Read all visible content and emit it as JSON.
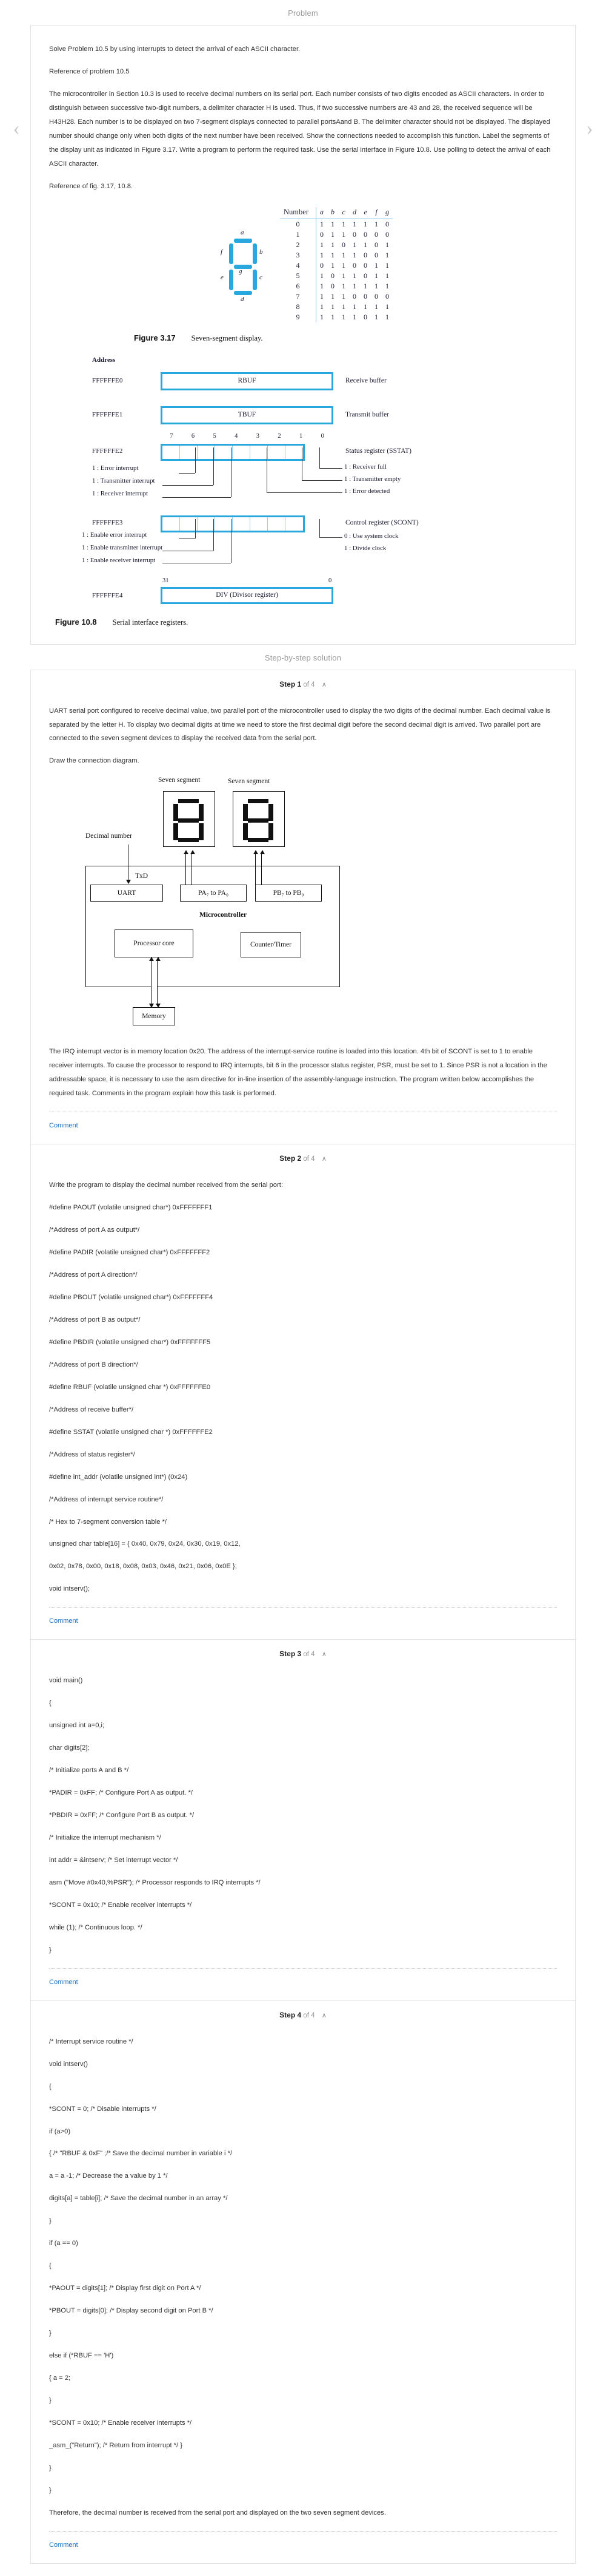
{
  "problem": {
    "section_title": "Problem",
    "nav_prev": "‹",
    "nav_next": "›",
    "paragraphs": [
      "Solve Problem 10.5 by using interrupts to detect the arrival of each ASCII character.",
      "Reference of problem 10.5",
      "The microcontroller in Section 10.3 is used to receive decimal numbers on its serial port. Each number consists of two digits encoded as ASCII characters. In order to distinguish between successive two-digit numbers, a delimiter character H is used. Thus, if two successive numbers are 43 and 28, the received sequence will be H43H28. Each number is to be displayed on two 7-segment displays connected to parallel portsAand B. The delimiter character should not be displayed. The displayed number should change only when both digits of the next number have been received. Show the connections needed to accomplish this function. Label the segments of the display unit as indicated in Figure 3.17. Write a program to perform the required task. Use the serial interface in Figure 10.8. Use polling to detect the arrival of each ASCII character.",
      "Reference of fig. 3.17, 10.8."
    ]
  },
  "figure_3_17": {
    "caption_number": "Figure 3.17",
    "caption_text": "Seven-segment display.",
    "segment_labels": [
      "a",
      "b",
      "c",
      "d",
      "e",
      "f",
      "g"
    ],
    "table": {
      "header_number": "Number",
      "header_segments": [
        "a",
        "b",
        "c",
        "d",
        "e",
        "f",
        "g"
      ],
      "rows": [
        {
          "number": "0",
          "bits": [
            "1",
            "1",
            "1",
            "1",
            "1",
            "1",
            "0"
          ]
        },
        {
          "number": "1",
          "bits": [
            "0",
            "1",
            "1",
            "0",
            "0",
            "0",
            "0"
          ]
        },
        {
          "number": "2",
          "bits": [
            "1",
            "1",
            "0",
            "1",
            "1",
            "0",
            "1"
          ]
        },
        {
          "number": "3",
          "bits": [
            "1",
            "1",
            "1",
            "1",
            "0",
            "0",
            "1"
          ]
        },
        {
          "number": "4",
          "bits": [
            "0",
            "1",
            "1",
            "0",
            "0",
            "1",
            "1"
          ]
        },
        {
          "number": "5",
          "bits": [
            "1",
            "0",
            "1",
            "1",
            "0",
            "1",
            "1"
          ]
        },
        {
          "number": "6",
          "bits": [
            "1",
            "0",
            "1",
            "1",
            "1",
            "1",
            "1"
          ]
        },
        {
          "number": "7",
          "bits": [
            "1",
            "1",
            "1",
            "0",
            "0",
            "0",
            "0"
          ]
        },
        {
          "number": "8",
          "bits": [
            "1",
            "1",
            "1",
            "1",
            "1",
            "1",
            "1"
          ]
        },
        {
          "number": "9",
          "bits": [
            "1",
            "1",
            "1",
            "1",
            "0",
            "1",
            "1"
          ]
        }
      ]
    }
  },
  "figure_10_8": {
    "caption_number": "Figure 10.8",
    "caption_text": "Serial interface registers.",
    "address_header": "Address",
    "registers": [
      {
        "address": "FFFFFFE0",
        "name": "RBUF",
        "label": "Receive buffer"
      },
      {
        "address": "FFFFFFE1",
        "name": "TBUF",
        "label": "Transmit buffer"
      },
      {
        "address": "FFFFFFE2",
        "name": "",
        "label": "Status register (SSTAT)"
      },
      {
        "address": "FFFFFFE3",
        "name": "",
        "label": "Control register (SCONT)"
      },
      {
        "address": "FFFFFFE4",
        "name": "DIV (Divisor register)",
        "label": ""
      }
    ],
    "bit_numbers": [
      "7",
      "6",
      "5",
      "4",
      "3",
      "2",
      "1",
      "0"
    ],
    "sstat_left_notes": [
      "1 : Error interrupt",
      "1 : Transmitter interrupt",
      "1 : Receiver interrupt"
    ],
    "sstat_right_notes": [
      "1 : Receiver full",
      "1 : Transmitter empty",
      "1 : Error detected"
    ],
    "scont_left_notes": [
      "1 : Enable error interrupt",
      "1 : Enable transmitter interrupt",
      "1 : Enable receiver interrupt"
    ],
    "scont_right_notes": [
      "0 : Use system clock",
      "1 : Divide clock"
    ],
    "div_bit_high": "31",
    "div_bit_low": "0"
  },
  "solution": {
    "section_title": "Step-by-step solution",
    "comment_label": "Comment",
    "steps": [
      {
        "label": "Step 1",
        "of": "of 4",
        "chevron": "∧",
        "paragraphs": [
          "UART serial port configured to receive decimal value, two parallel port of the microcontroller used to display the two digits of the decimal number. Each decimal value is separated by the letter H. To display two decimal digits at time we need to store the first decimal digit before the second decimal digit is arrived. Two parallel port are connected to the seven segment devices to display the received data from the serial port.",
          "Draw the connection diagram."
        ],
        "diagram": {
          "seven_segment_label_1": "Seven segment",
          "seven_segment_label_2": "Seven segment",
          "decimal_number_label": "Decimal number",
          "txd_label": "TxD",
          "uart_label": "UART",
          "port_a_label_prefix": "PA",
          "port_a_label": "PA₇  to  PA₀",
          "port_b_label": "PB₇  to  PB₀",
          "microcontroller_label": "Microcontroller",
          "processor_core_label": "Processor core",
          "counter_timer_label": "Counter/Timer",
          "memory_label": "Memory"
        },
        "after_paragraphs": [
          "The IRQ interrupt vector is in memory location 0x20. The address of the interrupt-service routine is loaded into this location. 4th bit of SCONT is set to 1 to enable receiver interrupts. To cause the processor to respond to IRQ interrupts, bit 6 in the processor status register, PSR, must be set to 1. Since PSR is not a location in the addressable space, it is necessary to use the asm directive for in-line insertion of the assembly-language instruction. The program written below accomplishes the required task. Comments in the program explain how this task is performed."
        ]
      },
      {
        "label": "Step 2",
        "of": "of 4",
        "chevron": "∧",
        "lines": [
          "Write the program to display the decimal number received from the serial port:",
          "#define PAOUT (volatile unsigned char*) 0xFFFFFFF1",
          "/*Address of port A as output*/",
          "#define PADIR (volatile unsigned char*) 0xFFFFFFF2",
          "/*Address of port A direction*/",
          "#define PBOUT (volatile unsigned char*) 0xFFFFFFF4",
          "/*Address of port B as output*/",
          "#define PBDIR (volatile unsigned char*) 0xFFFFFFF5",
          "/*Address of port B direction*/",
          "#define RBUF (volatile unsigned char *) 0xFFFFFFE0",
          "/*Address of receive buffer*/",
          "#define SSTAT (volatile unsigned char *) 0xFFFFFFE2",
          "/*Address of status register*/",
          "#define int_addr (volatile unsigned int*) (0x24)",
          "/*Address of interrupt service routine*/",
          "/* Hex to 7-segment conversion table */",
          "unsigned char table[16] = { 0x40, 0x79, 0x24, 0x30, 0x19, 0x12,",
          "0x02, 0x78, 0x00, 0x18, 0x08, 0x03, 0x46, 0x21, 0x06, 0x0E };",
          "void intserv();"
        ]
      },
      {
        "label": "Step 3",
        "of": "of 4",
        "chevron": "∧",
        "lines": [
          "void main()",
          "{",
          "unsigned int a=0,i;",
          "char digits[2];",
          "/* Initialize ports A and B */",
          "*PADIR = 0xFF; /* Configure Port A as output. */",
          "*PBDIR = 0xFF; /* Configure Port B as output. */",
          "/* Initialize the interrupt mechanism */",
          "int addr = &intserv; /* Set interrupt vector */",
          "asm (\"Move #0x40,%PSR\"); /* Processor responds to IRQ interrupts */",
          "*SCONT = 0x10; /* Enable receiver interrupts */",
          "while (1); /* Continuous loop. */",
          "}"
        ]
      },
      {
        "label": "Step 4",
        "of": "of 4",
        "chevron": "∧",
        "lines": [
          "/* Interrupt service routine */",
          "void intserv()",
          "{",
          "*SCONT = 0; /* Disable interrupts */",
          "if (a>0)",
          "{ /* \"RBUF & 0xF\" ;/* Save the decimal number in variable i */",
          "a = a -1; /* Decrease the a value by 1 */",
          "digits[a] = table[i]; /* Save the decimal number in an array */",
          "}",
          "if (a == 0)",
          "{",
          "*PAOUT = digits[1]; /* Display first digit on Port A */",
          "*PBOUT = digits[0]; /* Display second digit on Port B */",
          "}",
          "else if (*RBUF == 'H')",
          "{ a = 2;",
          "}",
          "*SCONT = 0x10; /* Enable receiver interrupts */",
          "_asm_(\"Return\"); /* Return from interrupt */ }",
          "}",
          "}",
          "Therefore, the decimal number is received from the serial port and displayed on the two seven segment devices."
        ]
      }
    ]
  }
}
